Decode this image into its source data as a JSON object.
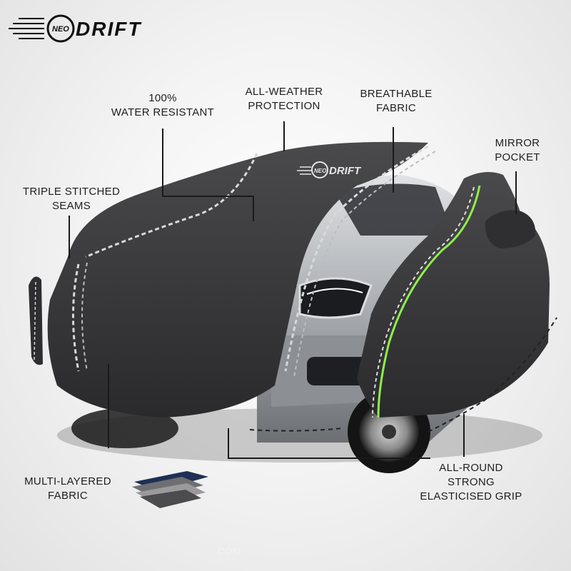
{
  "brand": {
    "logo_small": "NEO",
    "logo_main": "DRIFT",
    "cover_logo_small": "NEO",
    "cover_logo_main": "DRIFT"
  },
  "features": {
    "water_resistant": [
      "100%",
      "WATER RESISTANT"
    ],
    "all_weather": [
      "ALL-WEATHER",
      "PROTECTION"
    ],
    "breathable": [
      "BREATHABLE",
      "FABRIC"
    ],
    "mirror_pocket": [
      "MIRROR",
      "POCKET"
    ],
    "triple_stitched": [
      "TRIPLE STITCHED",
      "SEAMS"
    ],
    "multi_layered": [
      "MULTI-LAYERED",
      "FABRIC"
    ],
    "elastic_grip": [
      "ALL-ROUND",
      "STRONG",
      "ELASTICISED GRIP"
    ]
  },
  "watermark": ".COM",
  "colors": {
    "cover": "#3a3a3c",
    "cover_dark": "#262628",
    "stitch": "#e8e8e8",
    "accent_green": "#8ef04a",
    "car_silver": "#b9bcc0",
    "leader_line": "#1a1a1a",
    "text": "#1e1e1e"
  },
  "icons": [
    "speed-lines-icon",
    "fabric-layers-icon"
  ]
}
